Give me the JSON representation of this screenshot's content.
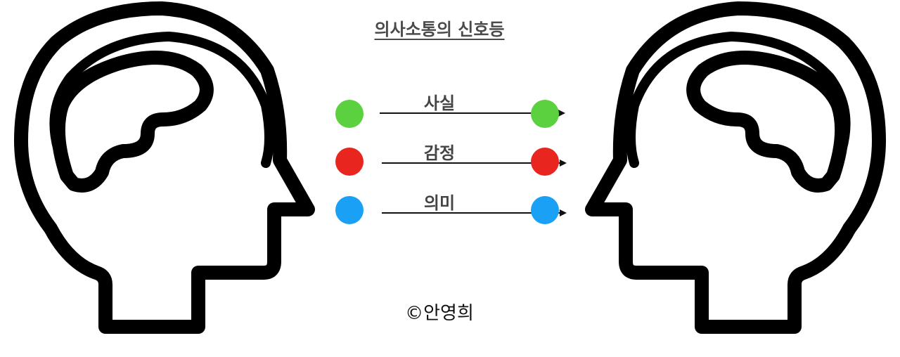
{
  "title": "의사소통의 신호등",
  "signals": [
    {
      "label": "사실",
      "color": "#5bd13f"
    },
    {
      "label": "감정",
      "color": "#e8251f"
    },
    {
      "label": "의미",
      "color": "#1aa0f5"
    }
  ],
  "copyright": "©안영희"
}
